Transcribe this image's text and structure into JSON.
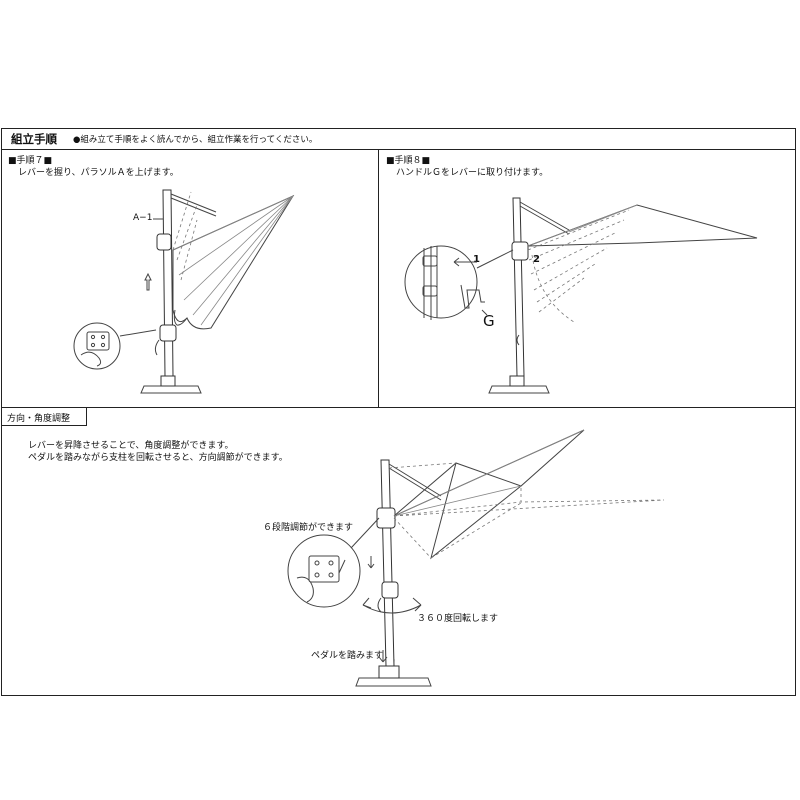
{
  "header": {
    "title": "組立手順",
    "note": "●組み立て手順をよく読んでから、組立作業を行ってください。"
  },
  "step7": {
    "title": "■手順７■",
    "desc": "レバーを握り、パラソルＡを上げます。",
    "part_label": "A−1"
  },
  "step8": {
    "title": "■手順８■",
    "desc": "ハンドルＧをレバーに取り付けます。",
    "label_1": "1",
    "label_2": "2",
    "label_g": "G"
  },
  "adjust": {
    "title": "方向・角度調整",
    "desc1": "レバーを昇降させることで、角度調整ができます。",
    "desc2": "ペダルを踏みながら支柱を回転させると、方向調節ができます。",
    "label_six_steps": "６段階調節ができます",
    "label_rotate": "３６０度回転します",
    "label_pedal": "ペダルを踏みます"
  }
}
